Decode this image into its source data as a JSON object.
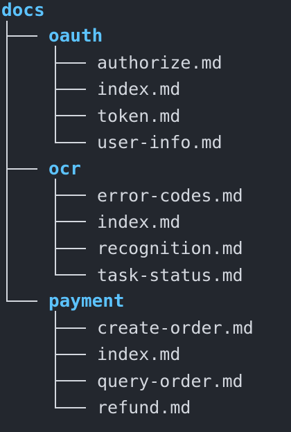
{
  "tree": {
    "root": "docs",
    "folders": [
      {
        "name": "oauth",
        "files": [
          "authorize.md",
          "index.md",
          "token.md",
          "user-info.md"
        ]
      },
      {
        "name": "ocr",
        "files": [
          "error-codes.md",
          "index.md",
          "recognition.md",
          "task-status.md"
        ]
      },
      {
        "name": "payment",
        "files": [
          "create-order.md",
          "index.md",
          "query-order.md",
          "refund.md"
        ]
      }
    ]
  },
  "colors": {
    "background": "#23272e",
    "directory": "#5cc3ff",
    "file": "#d4d8df",
    "tree_lines": "#d4d8df"
  }
}
